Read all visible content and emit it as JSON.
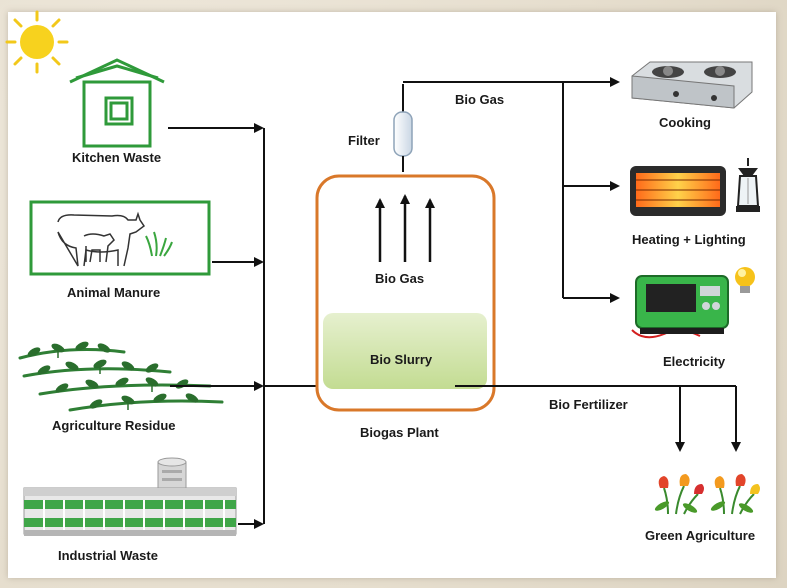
{
  "sources": {
    "kitchen_waste": "Kitchen Waste",
    "animal_manure": "Animal Manure",
    "agriculture_residue": "Agriculture Residue",
    "industrial_waste": "Industrial Waste"
  },
  "plant": {
    "filter": "Filter",
    "bio_gas_inside": "Bio Gas",
    "bio_slurry": "Bio Slurry",
    "name": "Biogas Plant"
  },
  "outputs": {
    "bio_gas": "Bio Gas",
    "cooking": "Cooking",
    "heating_lighting": "Heating + Lighting",
    "electricity": "Electricity",
    "bio_fertilizer": "Bio Fertilizer",
    "green_agriculture": "Green Agriculture"
  },
  "colors": {
    "plant_border": "#d9782a",
    "slurry": "#cfe3a8",
    "green": "#2f9a3a",
    "arrow": "#111111"
  },
  "icons": [
    "sun-icon",
    "house-icon",
    "cow-icon",
    "crop-field-icon",
    "factory-icon",
    "gas-stove-icon",
    "heater-icon",
    "lantern-icon",
    "generator-icon",
    "bulb-icon",
    "tulip-icon"
  ]
}
